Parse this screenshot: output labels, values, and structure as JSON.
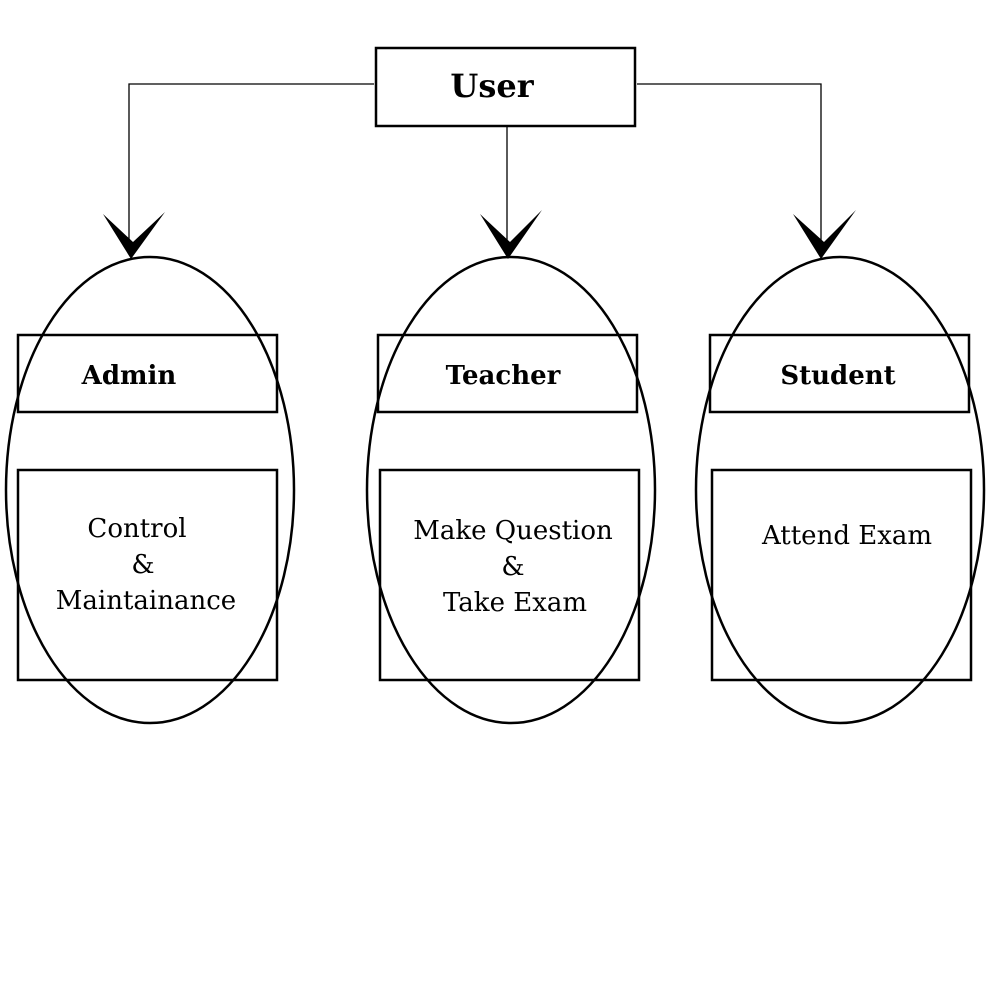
{
  "root": {
    "label": "User"
  },
  "roles": [
    {
      "key": "admin",
      "label": "Admin",
      "duties": [
        "Control",
        "&",
        "Maintainance"
      ]
    },
    {
      "key": "teacher",
      "label": "Teacher",
      "duties": [
        "Make Question",
        "&",
        "Take Exam"
      ]
    },
    {
      "key": "student",
      "label": "Student",
      "duties": [
        "Attend Exam"
      ]
    }
  ],
  "colors": {
    "stroke": "#000000",
    "background": "#ffffff"
  }
}
